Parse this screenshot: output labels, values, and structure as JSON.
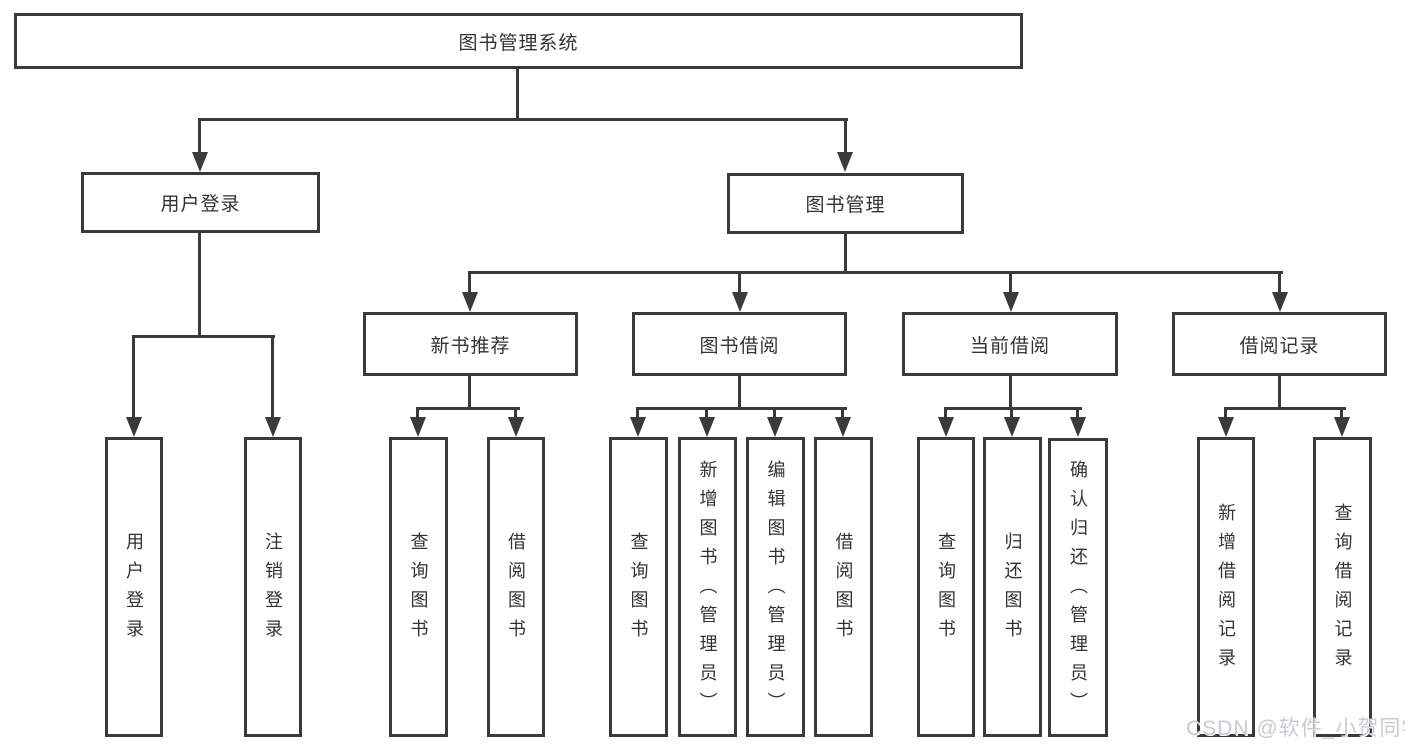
{
  "diagram": {
    "root": "图书管理系统",
    "branches": {
      "user": {
        "label": "用户登录",
        "children": [
          "用户登录",
          "注销登录"
        ]
      },
      "book": {
        "label": "图书管理",
        "sections": [
          {
            "label": "新书推荐",
            "children": [
              "查询图书",
              "借阅图书"
            ]
          },
          {
            "label": "图书借阅",
            "children": [
              "查询图书",
              "新增图书（管理员）",
              "编辑图书（管理员）",
              "借阅图书"
            ]
          },
          {
            "label": "当前借阅",
            "children": [
              "查询图书",
              "归还图书",
              "确认归还（管理员）"
            ]
          },
          {
            "label": "借阅记录",
            "children": [
              "新增借阅记录",
              "查询借阅记录"
            ]
          }
        ]
      }
    },
    "watermark": "CSDN @软件_小贺同学",
    "colors": {
      "line": "#3a3a3a",
      "text": "#333333",
      "watermark": "#c7ccd1",
      "background": "#ffffff"
    }
  }
}
